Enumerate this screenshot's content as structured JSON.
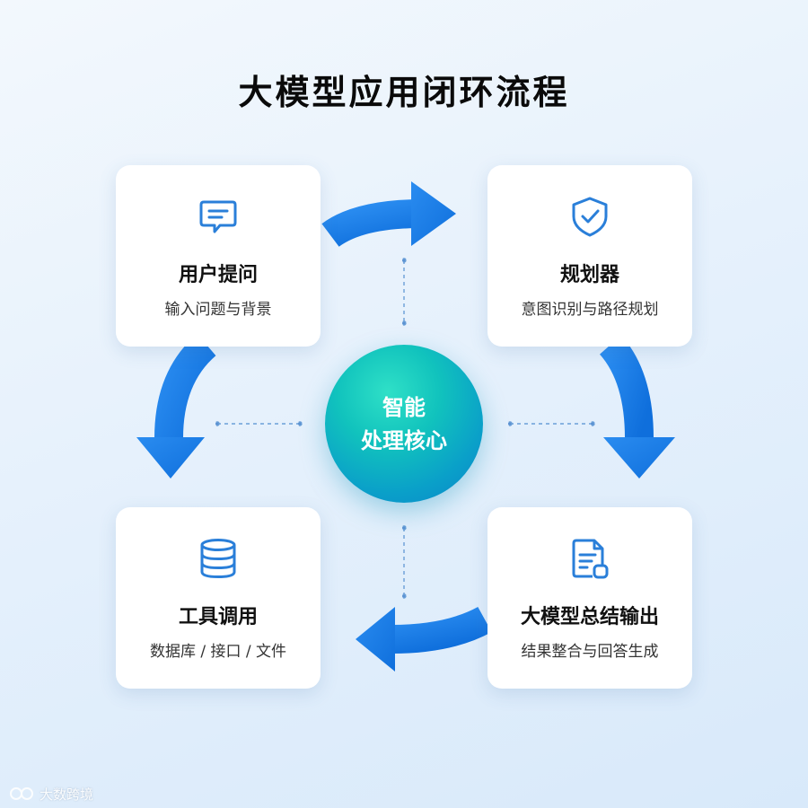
{
  "title": "大模型应用闭环流程",
  "core": {
    "line1": "智能",
    "line2": "处理核心"
  },
  "steps": [
    {
      "title": "用户提问",
      "subtitle": "输入问题与背景",
      "icon": "chat-icon"
    },
    {
      "title": "规划器",
      "subtitle": "意图识别与路径规划",
      "icon": "shield-check-icon"
    },
    {
      "title": "大模型总结输出",
      "subtitle": "结果整合与回答生成",
      "icon": "document-icon"
    },
    {
      "title": "工具调用",
      "subtitle": "数据库 / 接口 / 文件",
      "icon": "database-icon"
    }
  ],
  "watermark": {
    "text": "大数跨境"
  },
  "colors": {
    "arrow": "#1b7de8",
    "icon": "#2a7fd9",
    "core_start": "#2fe0c7",
    "core_end": "#0a84c8"
  }
}
